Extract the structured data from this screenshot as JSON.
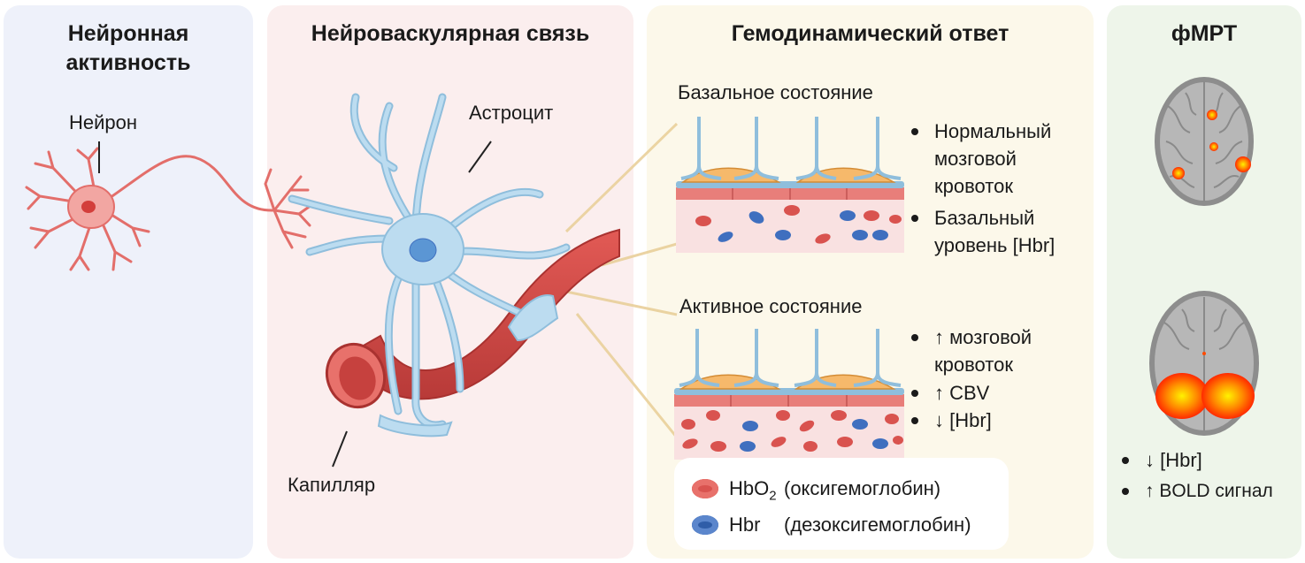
{
  "panels": {
    "neural": {
      "title_line1": "Нейронная",
      "title_line2": "активность",
      "neuron_label": "Нейрон"
    },
    "coupling": {
      "title": "Нейроваскулярная связь",
      "astrocyte_label": "Астроцит",
      "capillary_label": "Капилляр"
    },
    "hemodynamic": {
      "title": "Гемодинамический ответ",
      "baseline": {
        "label": "Базальное состояние",
        "bullets": [
          {
            "lines": [
              "Нормальный",
              "мозговой",
              "кровоток"
            ]
          },
          {
            "lines": [
              "Базальный",
              "уровень [Hbr]"
            ]
          }
        ]
      },
      "active": {
        "label": "Активное состояние",
        "bullets": [
          {
            "lines": [
              "↑ мозговой",
              "кровоток"
            ]
          },
          {
            "lines": [
              "↑ CBV"
            ]
          },
          {
            "lines": [
              "↓ [Hbr]"
            ]
          }
        ]
      },
      "legend": {
        "hbo2": {
          "symbol": "HbO",
          "sub": "2",
          "description": "(оксигемоглобин)"
        },
        "hbr": {
          "symbol": "Hbr",
          "description": "(дезоксигемоглобин)"
        }
      }
    },
    "fmri": {
      "title": "фМРТ",
      "bullets": [
        {
          "text": "↓ [Hbr]"
        },
        {
          "text": "↑ BOLD сигнал"
        }
      ]
    }
  },
  "colors": {
    "oxy_cell": "#d9534f",
    "deoxy_cell": "#3f6fbf",
    "astrocyte": "#bcdcf0",
    "neuron": "#f2a6a2",
    "vessel": "#d9534f",
    "activation": "#ff4a00"
  }
}
